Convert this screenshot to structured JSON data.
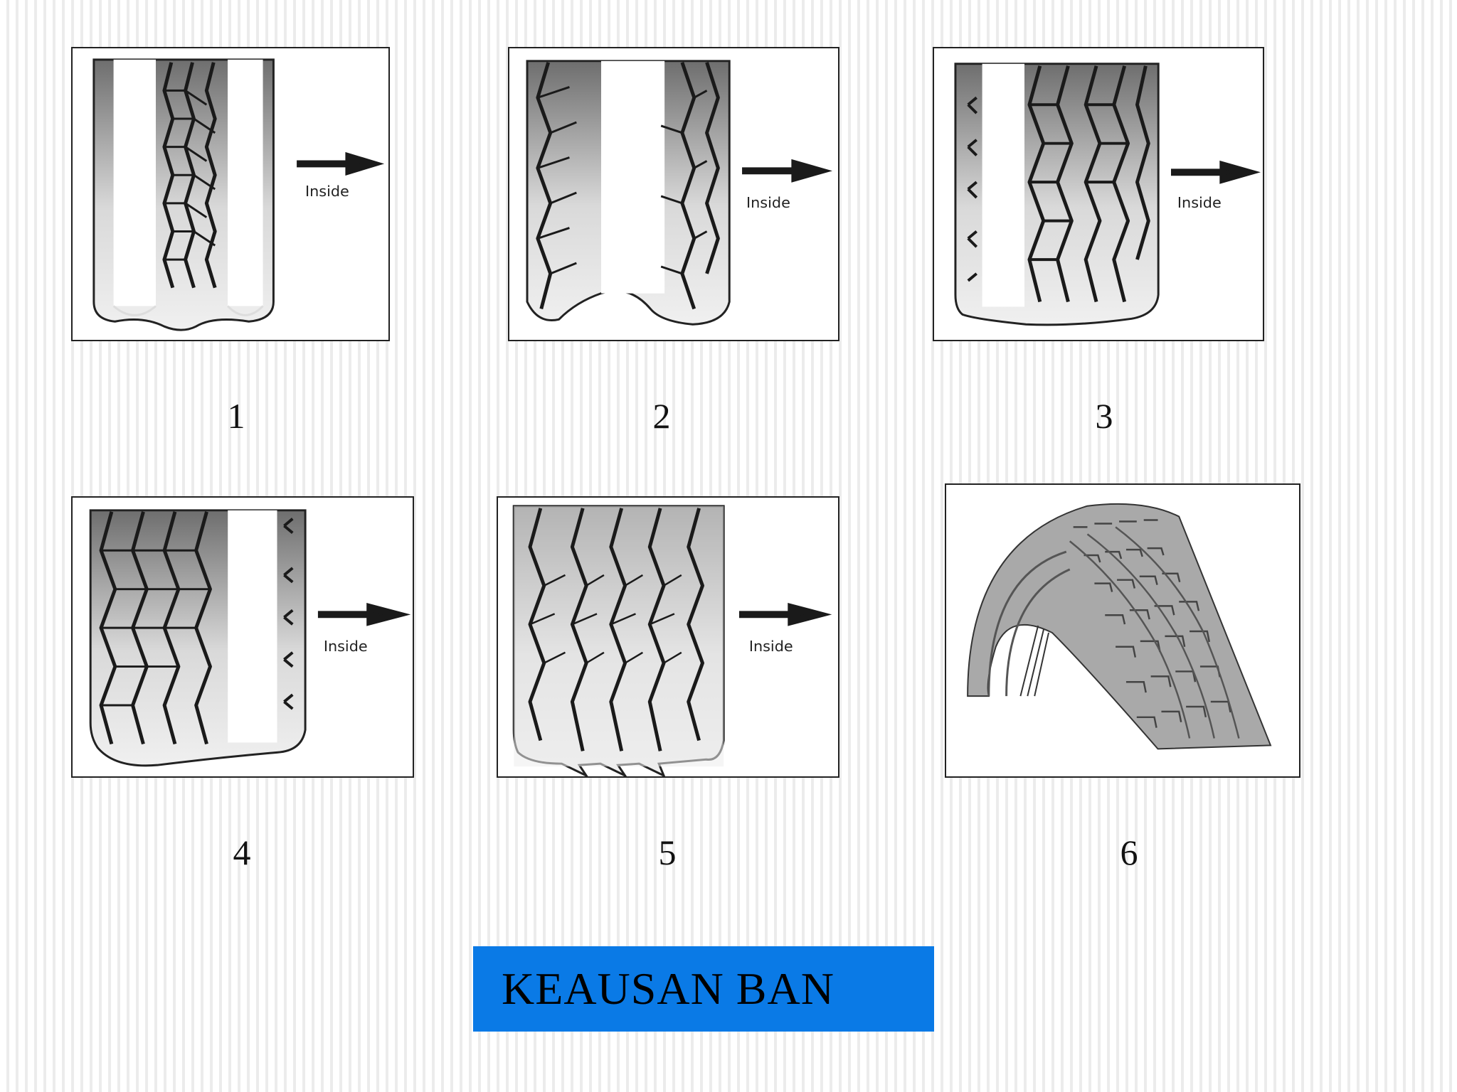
{
  "panels": [
    {
      "number": "1",
      "direction_label": "Inside"
    },
    {
      "number": "2",
      "direction_label": "Inside"
    },
    {
      "number": "3",
      "direction_label": "Inside"
    },
    {
      "number": "4",
      "direction_label": "Inside"
    },
    {
      "number": "5",
      "direction_label": "Inside"
    },
    {
      "number": "6"
    }
  ],
  "title": "KEAUSAN BAN",
  "colors": {
    "banner": "#0a7ae6",
    "tread_dark": "#6b6b6b",
    "tread_light": "#f0f0f0",
    "tire_gray": "#a9a9a9"
  }
}
